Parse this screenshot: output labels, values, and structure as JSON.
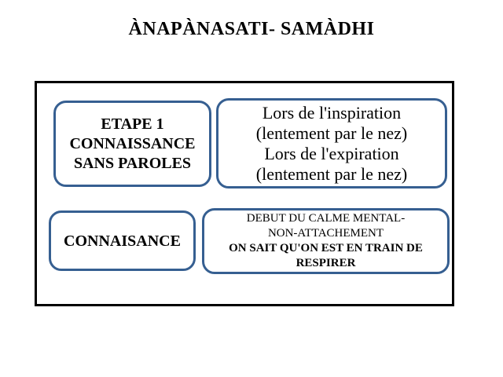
{
  "slide": {
    "title": "ÀNAPÀNASATI- SAMÀDHI"
  },
  "colors": {
    "background": "#ffffff",
    "frame_border": "#000000",
    "box_border": "#365f91",
    "text": "#000000"
  },
  "diagram": {
    "top_left_box": {
      "lines": [
        "ETAPE 1",
        "CONNAISSANCE",
        "SANS PAROLES"
      ]
    },
    "top_right_box": {
      "lines": [
        "Lors de l'inspiration",
        "(lentement par le nez)",
        "Lors de l'expiration",
        "(lentement par le nez)"
      ]
    },
    "bottom_left_box": {
      "lines": [
        "CONNAISANCE"
      ]
    },
    "bottom_right_box": {
      "regular_lines": [
        "DEBUT DU CALME MENTAL-",
        "NON-ATTACHEMENT"
      ],
      "bold_lines": [
        "ON SAIT QU'ON EST EN TRAIN DE",
        "RESPIRER"
      ]
    }
  }
}
